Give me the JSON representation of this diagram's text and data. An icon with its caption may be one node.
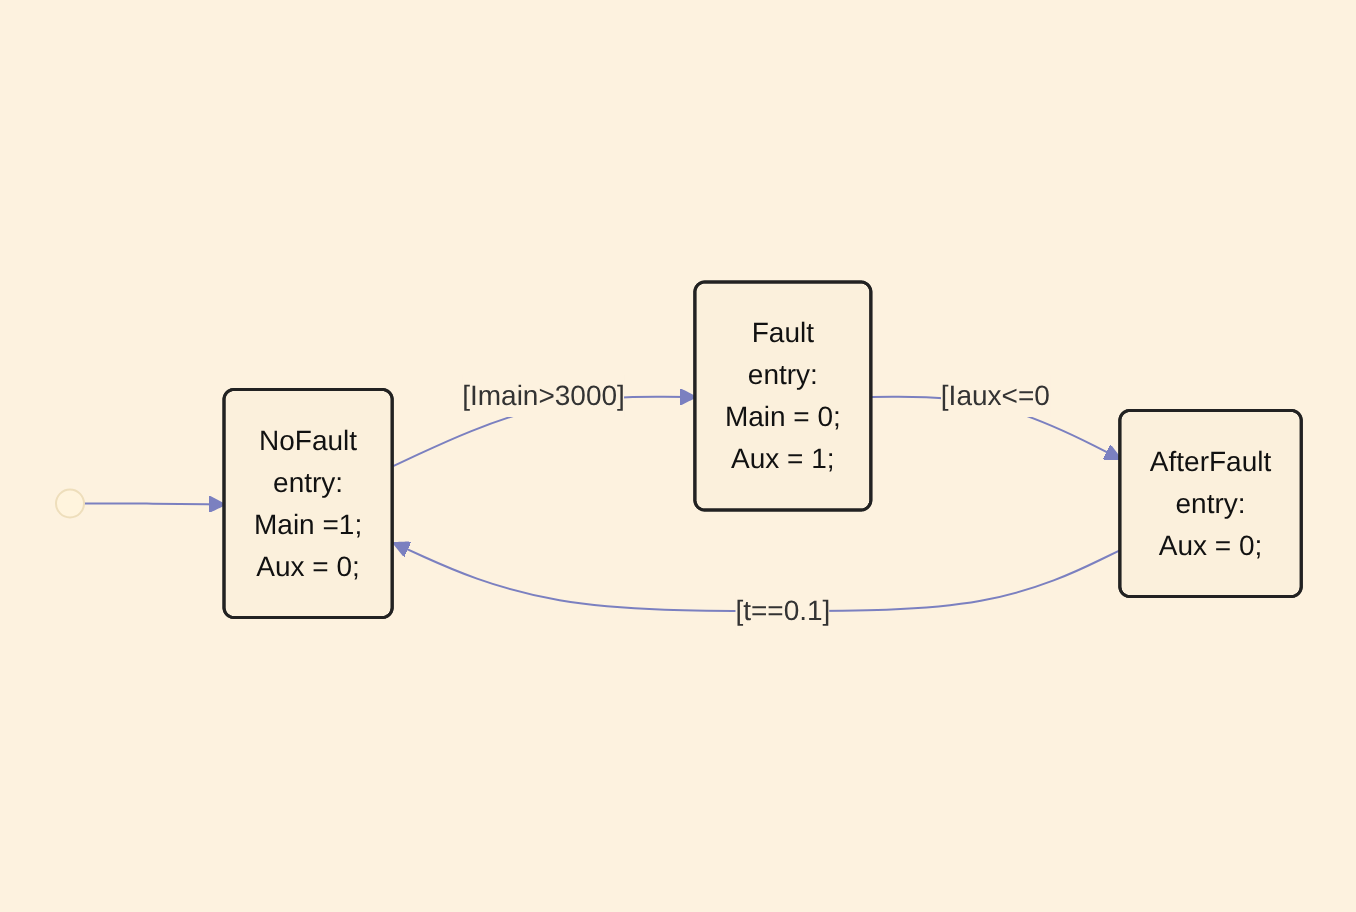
{
  "diagram": {
    "nodes": [
      {
        "text": [],
        "shape": "circle"
      },
      {
        "text": [
          "NoFault",
          "entry:",
          "Main =1;",
          "Aux = 0;"
        ]
      },
      {
        "text": [
          "Fault",
          "entry:",
          "Main = 0;",
          "Aux = 1;"
        ]
      },
      {
        "text": [
          "AfterFault",
          "entry:",
          "Aux = 0;"
        ]
      }
    ],
    "edges": [
      {
        "from": 0,
        "to": 1,
        "arrow": "to"
      },
      {
        "from": 1,
        "to": 2,
        "arrow": "to",
        "label": "[Imain>3000]"
      },
      {
        "from": 2,
        "to": 3,
        "arrow": "to",
        "label": "[Iaux<=0"
      },
      {
        "from": 3,
        "to": 1,
        "arrow": "to",
        "label": "[t==0.1]"
      }
    ]
  }
}
